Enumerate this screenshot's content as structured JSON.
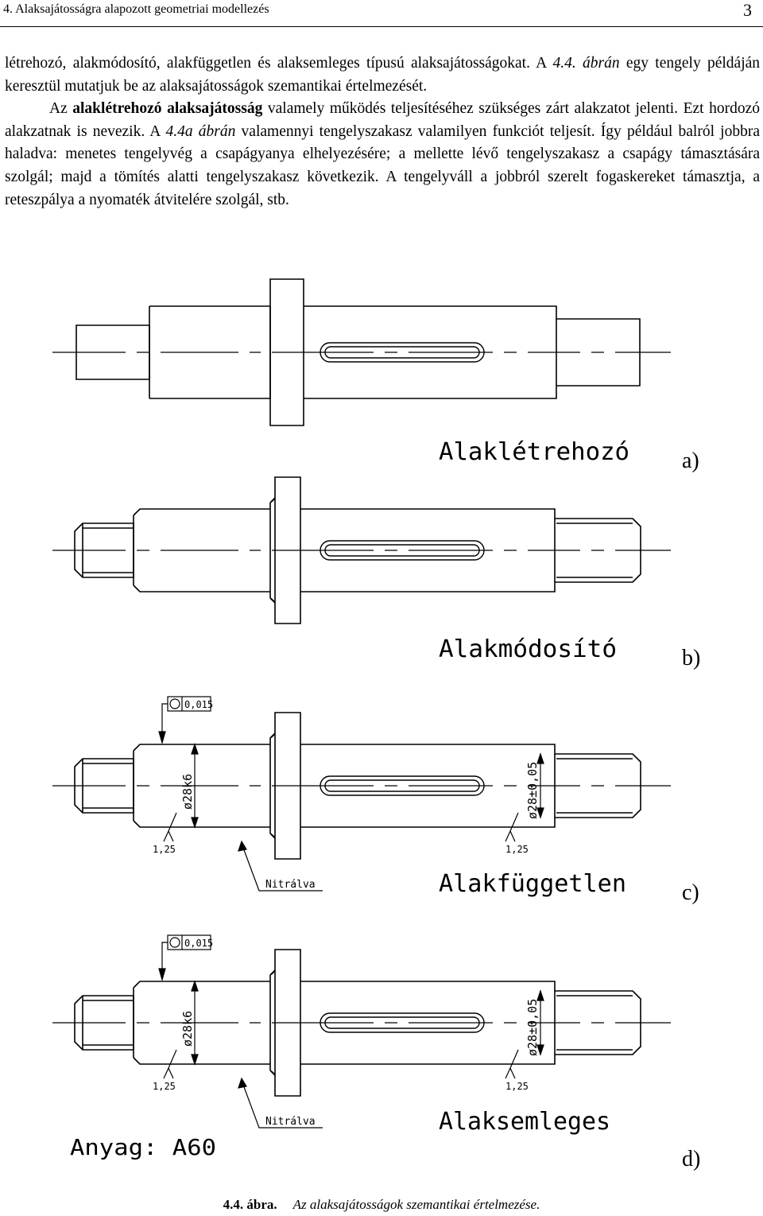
{
  "header": {
    "chapter_title": "4. Alaksajátosságra alapozott geometriai modellezés",
    "page_number": "3"
  },
  "body": {
    "p1_a": "létrehozó, alakmódosító, alakfüggetlen és alaksemleges típusú alaksajátosságokat. A ",
    "p1_ref": "4.4. ábrán",
    "p1_b": " egy tengely példáján keresztül mutatjuk be az alaksajátosságok szemantikai értelmezését.",
    "p2_a": "Az ",
    "p2_bold": "alaklétrehozó alaksajátosság",
    "p2_b": " valamely működés teljesítéséhez szükséges zárt alakzatot jelenti. Ezt hordozó alakzatnak is nevezik. A ",
    "p2_ref": "4.4a ábrán",
    "p2_c": " valamennyi tengelyszakasz valamilyen funkciót teljesít. Így például balról jobbra haladva: menetes tengelyvég a csapágyanya elhelyezésére; a mellette lévő tengelyszakasz a csapágy támasztására szolgál; majd a tömítés alatti tengelyszakasz következik. A tengelyváll a jobbról szerelt fogaskereket támasztja, a reteszpálya a nyomaték átvitelére szolgál, stb."
  },
  "figure": {
    "panels": [
      {
        "title": "Alaklétrehozó",
        "letter": "a)"
      },
      {
        "title": "Alakmódosító",
        "letter": "b)"
      },
      {
        "title": "Alakfüggetlen",
        "letter": "c)"
      },
      {
        "title": "Alaksemleges",
        "letter": "d)"
      }
    ],
    "tolerance_value": "0,015",
    "dim_left": "ø28k6",
    "dim_right": "ø28±0,05",
    "roughness": "1,25",
    "treatment": "Nitrálva",
    "material": "Anyag: A60"
  },
  "caption": {
    "number": "4.4. ábra.",
    "text": "Az alaksajátosságok szemantikai értelmezése."
  }
}
